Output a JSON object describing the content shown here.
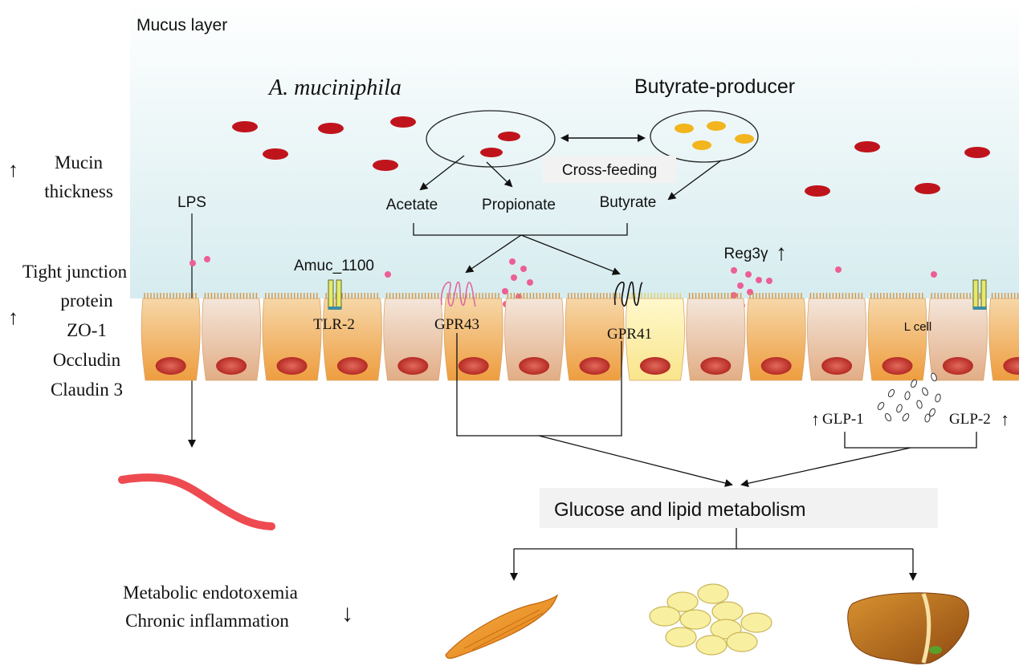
{
  "mucus": {
    "layer_label": "Mucus layer",
    "akk_label": "A. muciniphila",
    "butyrate_producer_label": "Butyrate-producer",
    "cross_feeding_label": "Cross-feeding",
    "acetate_label": "Acetate",
    "propionate_label": "Propionate",
    "butyrate_label": "Butyrate",
    "lps_label": "LPS",
    "amuc_label": "Amuc_1100",
    "reg3_label": "Reg3γ"
  },
  "epithelium": {
    "tlr2_label": "TLR-2",
    "gpr43_label": "GPR43",
    "gpr41_label": "GPR41",
    "lcell_label": "L cell",
    "glp1_label": "GLP-1",
    "glp2_label": "GLP-2"
  },
  "left_panel": {
    "mucin_line1": "Mucin",
    "mucin_line2": "thickness",
    "tj_line1": "Tight junction",
    "tj_line2": "protein",
    "tj_line3": "ZO-1",
    "tj_line4": "Occludin",
    "tj_line5": "Claudin 3",
    "endotoxemia_line1": "Metabolic endotoxemia",
    "endotoxemia_line2": "Chronic inflammation"
  },
  "metabolism": {
    "box_label": "Glucose and lipid metabolism"
  },
  "icons": {
    "up_arrow": "↑",
    "down_arrow": "↓"
  },
  "colors": {
    "mucus_top": "#ffffff",
    "mucus_bottom": "#d6ecef",
    "bacteria_red": "#c0141c",
    "butyrate_yellow": "#f2b51e",
    "cell_orange": "#f0b267",
    "cell_beige": "#ecd0b8",
    "lcell_yellow": "#fdf1a8",
    "nucleus": "#c83a33",
    "pink": "#ec5f94",
    "lps_red": "#ee4b51",
    "fat_yellow": "#f9efa0",
    "muscle_orange": "#f2951f",
    "liver_brown": "#b2661e"
  }
}
